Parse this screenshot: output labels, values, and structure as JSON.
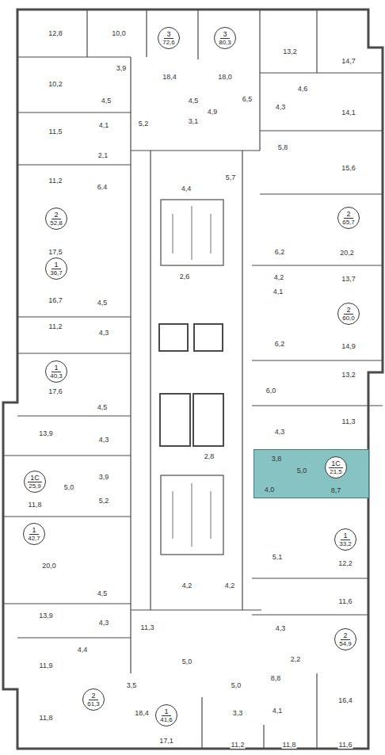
{
  "diagram": {
    "nodes": [
      {
        "text": [
          "3",
          "72,6"
        ]
      },
      {
        "text": [
          "3",
          "80,3"
        ]
      },
      {
        "text": [
          "2",
          "52,8"
        ]
      },
      {
        "text": [
          "2",
          "65,7"
        ]
      },
      {
        "text": [
          "1",
          "36,7"
        ]
      },
      {
        "text": [
          "2",
          "60,0"
        ]
      },
      {
        "text": [
          "1",
          "40,3"
        ]
      },
      {
        "text": [
          "1С",
          "25,9"
        ]
      },
      {
        "text": [
          "3,8",
          "5,0",
          "4,0",
          "8,7"
        ]
      },
      {
        "text": [
          "1С",
          "21,5"
        ],
        "in": 8
      },
      {
        "text": [
          "1",
          "42,7"
        ]
      },
      {
        "text": [
          "1",
          "33,2"
        ]
      },
      {
        "text": [
          "2",
          "54,9"
        ]
      },
      {
        "text": [
          "2",
          "61,3"
        ]
      },
      {
        "text": [
          "1",
          "41,6"
        ]
      }
    ],
    "labels": [
      "12,8",
      "10,0",
      "13,2",
      "14,7",
      "3,9",
      "18,4",
      "18,0",
      "4,6",
      "10,2",
      "4,5",
      "4,5",
      "6,5",
      "4,3",
      "4,9",
      "14,1",
      "4,1",
      "5,2",
      "3,1",
      "11,5",
      "5,8",
      "2,1",
      "15,6",
      "5,7",
      "11,2",
      "6,4",
      "4,4",
      "17,5",
      "6,2",
      "20,2",
      "2,6",
      "4,2",
      "13,7",
      "4,1",
      "16,7",
      "4,5",
      "11,2",
      "4,3",
      "6,2",
      "14,9",
      "13,2",
      "6,0",
      "17,6",
      "4,5",
      "11,3",
      "4,3",
      "13,9",
      "4,3",
      "2,8",
      "3,9",
      "11,8",
      "5,0",
      "5,2",
      "12,2",
      "5,1",
      "20,0",
      "4,2",
      "4,2",
      "4,5",
      "11,6",
      "13,9",
      "4,3",
      "4,3",
      "11,3",
      "4,4",
      "2,2",
      "5,0",
      "11,9",
      "8,8",
      "3,5",
      "5,0",
      "16,4",
      "4,1",
      "3,3",
      "18,4",
      "11,8",
      "17,1",
      "11,2",
      "11,8",
      "11,6"
    ]
  }
}
